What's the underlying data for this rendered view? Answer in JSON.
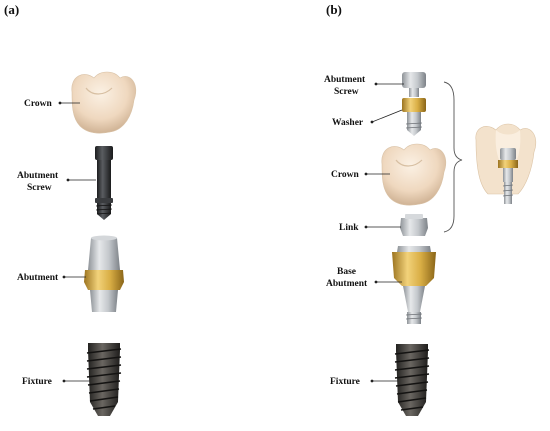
{
  "panel_a": {
    "label": "(a)",
    "parts": {
      "crown": "Crown",
      "abutment_screw": [
        "Abutment",
        "Screw"
      ],
      "abutment": "Abutment",
      "fixture": "Fixture"
    }
  },
  "panel_b": {
    "label": "(b)",
    "parts": {
      "abutment_screw": [
        "Abutment",
        "Screw"
      ],
      "washer": "Washer",
      "crown": "Crown",
      "link": "Link",
      "base_abutment": [
        "Base",
        "Abutment"
      ],
      "fixture": "Fixture"
    }
  },
  "colors": {
    "crown": "#f0dcc4",
    "gold": "#d4a73a",
    "titanium": "#b9bdc2",
    "dark_screw": "#2e3033",
    "fixture": "#3c3a38"
  }
}
